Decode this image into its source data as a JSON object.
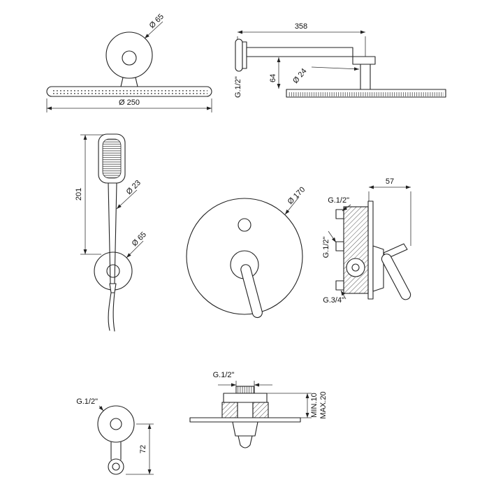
{
  "page": {
    "background": "#ffffff",
    "line_color": "#222222"
  },
  "drawing": {
    "views": {
      "showerhead_front": {
        "flange_diameter": "Ø 65",
        "head_diameter": "Ø 250"
      },
      "arm_side": {
        "arm_length": "358",
        "wall_thread": "G.1/2\"",
        "drop_height": "64",
        "pipe_diameter": "Ø 24"
      },
      "handshower": {
        "total_height": "201",
        "handle_diameter": "Ø 23",
        "bracket_diameter": "Ø 65"
      },
      "mixer_front": {
        "plate_diameter": "Ø 170"
      },
      "mixer_side": {
        "depth": "57",
        "thread_top": "G.1/2\"",
        "thread_mid": "G.1/2\"",
        "thread_bottom": "G.3/4\""
      },
      "outlet_front": {
        "thread": "G.1/2\"",
        "height": "72"
      },
      "outlet_side": {
        "thread": "G.1/2\"",
        "min_depth": "MIN.10",
        "max_depth": "MAX.20"
      }
    }
  }
}
